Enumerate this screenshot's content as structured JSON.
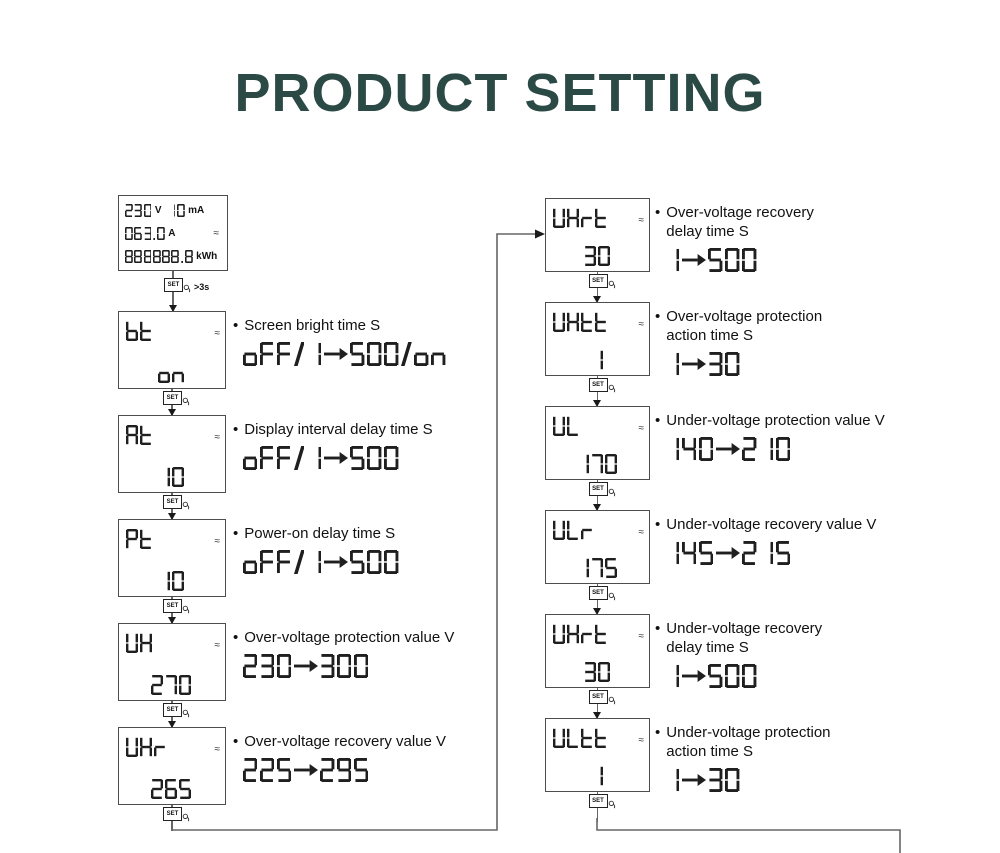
{
  "title": "PRODUCT SETTING",
  "bullet": "•",
  "lcd_symbol": "≈",
  "colors": {
    "title": "#2c4a45",
    "line": "#666666",
    "lcd_segment": "#1f1f1f",
    "text": "#111111"
  },
  "set_button": {
    "label": "SET",
    "hold_hint": ">3s"
  },
  "main_display": {
    "voltage": "230",
    "voltage_unit": "V",
    "current_ma": "10",
    "current_ma_unit": "mA",
    "current": "063.0",
    "current_unit": "A",
    "symbol": "≈",
    "energy": "888888.8",
    "energy_unit": "kWh"
  },
  "left_steps": [
    {
      "code": "bt",
      "value": "on",
      "desc": "Screen bright time S",
      "range": "oFF/1→500/on"
    },
    {
      "code": "At",
      "value": "10",
      "desc": "Display interval delay time S",
      "range": "oFF/1→500"
    },
    {
      "code": "Pt",
      "value": "10",
      "desc": "Power-on delay time S",
      "range": "oFF/1→500"
    },
    {
      "code": "UH",
      "value": "270",
      "desc": "Over-voltage protection value V",
      "range": "230→300"
    },
    {
      "code": "UHr",
      "value": "265",
      "desc": "Over-voltage recovery value V",
      "range": "225→295"
    }
  ],
  "right_steps": [
    {
      "code": "UHrt",
      "value": "30",
      "desc": "Over-voltage recovery\ndelay time S",
      "range": "1→500"
    },
    {
      "code": "UHtt",
      "value": "1",
      "desc": "Over-voltage protection\naction time S",
      "range": "1→30"
    },
    {
      "code": "UL",
      "value": "170",
      "desc": "Under-voltage protection value V",
      "range": "140→210"
    },
    {
      "code": "ULr",
      "value": "175",
      "desc": "Under-voltage recovery value V",
      "range": "145→215"
    },
    {
      "code": "UHrt",
      "value": "30",
      "desc": "Under-voltage recovery\ndelay time S",
      "range": "1→500"
    },
    {
      "code": "ULtt",
      "value": "1",
      "desc": "Under-voltage protection\naction time S",
      "range": "1→30"
    }
  ]
}
